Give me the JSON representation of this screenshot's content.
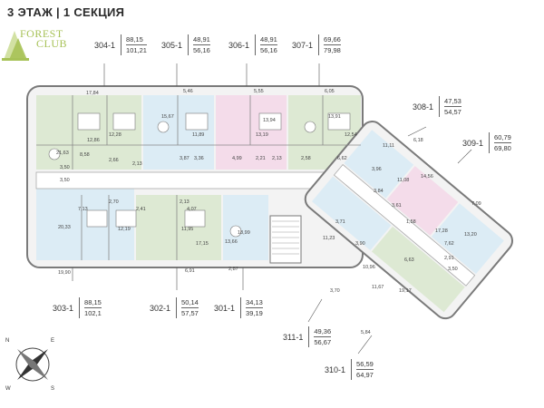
{
  "header": {
    "title": "3 ЭТАЖ | 1 СЕКЦИЯ"
  },
  "logo": {
    "line1": "FOREST",
    "line2": "CLUB"
  },
  "compass": {
    "n": "N",
    "e": "E",
    "s": "S",
    "w": "W"
  },
  "apartments": [
    {
      "id": "304-1",
      "area_a": "88,15",
      "area_b": "101,21"
    },
    {
      "id": "305-1",
      "area_a": "48,91",
      "area_b": "56,16"
    },
    {
      "id": "306-1",
      "area_a": "48,91",
      "area_b": "56,16"
    },
    {
      "id": "307-1",
      "area_a": "69,66",
      "area_b": "79,98"
    },
    {
      "id": "308-1",
      "area_a": "47,53",
      "area_b": "54,57"
    },
    {
      "id": "309-1",
      "area_a": "60,79",
      "area_b": "69,80"
    },
    {
      "id": "303-1",
      "area_a": "88,15",
      "area_b": "102,1"
    },
    {
      "id": "302-1",
      "area_a": "50,14",
      "area_b": "57,57"
    },
    {
      "id": "301-1",
      "area_a": "34,13",
      "area_b": "39,19"
    },
    {
      "id": "311-1",
      "area_a": "49,36",
      "area_b": "56,67"
    },
    {
      "id": "310-1",
      "area_a": "56,59",
      "area_b": "64,97"
    }
  ],
  "room_labels": [
    "17,84",
    "5,46",
    "5,55",
    "6,05",
    "12,86",
    "12,28",
    "15,67",
    "11,89",
    "13,94",
    "13,19",
    "13,91",
    "12,54",
    "21,63",
    "8,58",
    "2,66",
    "2,13",
    "3,87",
    "3,36",
    "4,99",
    "2,21",
    "2,13",
    "2,58",
    "6,62",
    "3,50",
    "3,50",
    "11,11",
    "6,18",
    "14,56",
    "11,08",
    "3,96",
    "3,84",
    "3,61",
    "1,58",
    "7,09",
    "17,28",
    "13,20",
    "7,62",
    "20,33",
    "7,13",
    "2,70",
    "2,41",
    "2,13",
    "4,07",
    "12,19",
    "11,95",
    "17,15",
    "13,66",
    "18,99",
    "3,71",
    "11,23",
    "3,90",
    "10,96",
    "6,63",
    "2,91",
    "3,50",
    "19,17",
    "19,90",
    "6,91",
    "2,87",
    "11,67",
    "3,70",
    "5,84"
  ]
}
